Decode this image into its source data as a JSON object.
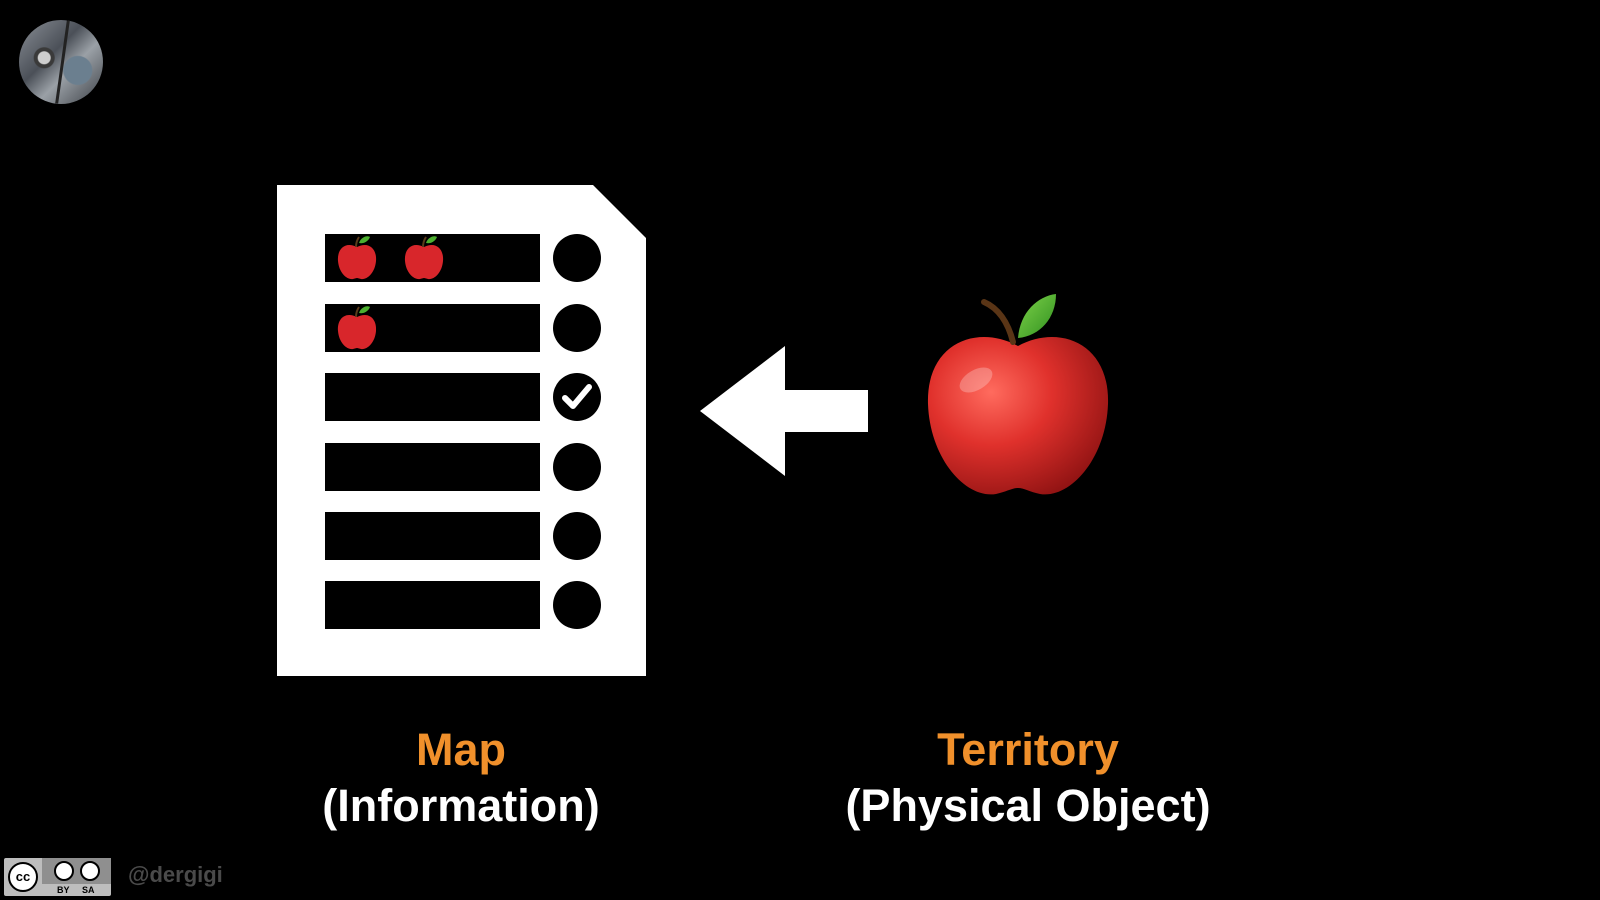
{
  "labels": {
    "map_title": "Map",
    "map_sub": "(Information)",
    "territory_title": "Territory",
    "territory_sub": "(Physical Object)"
  },
  "footer": {
    "license_cc": "cc",
    "license_by": "BY",
    "license_sa": "SA",
    "handle": "@dergigi"
  },
  "document": {
    "rows": [
      {
        "apples": 2,
        "status": "filled-dot"
      },
      {
        "apples": 1,
        "status": "filled-dot"
      },
      {
        "apples": 0,
        "status": "check-icon"
      },
      {
        "apples": 0,
        "status": "filled-dot"
      },
      {
        "apples": 0,
        "status": "filled-dot"
      },
      {
        "apples": 0,
        "status": "filled-dot"
      }
    ]
  },
  "colors": {
    "background": "#000000",
    "accent": "#f0902b",
    "text": "#ffffff",
    "document": "#ffffff",
    "apple": "#d8262b",
    "leaf": "#4caf2f"
  },
  "icons": [
    "avatar",
    "document-icon",
    "apple-icon",
    "left-arrow-icon",
    "check-icon",
    "cc-license-icon"
  ]
}
